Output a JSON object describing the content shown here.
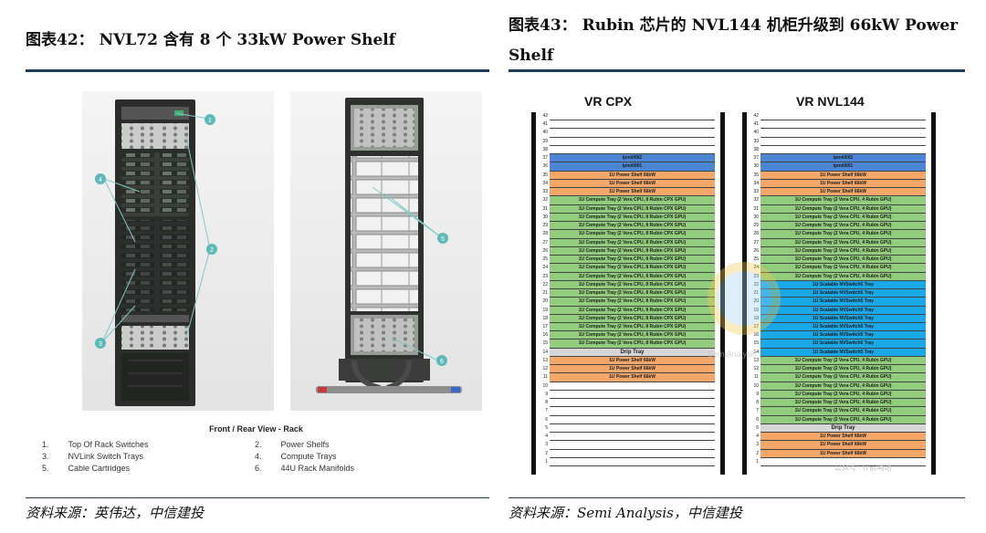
{
  "fig42": {
    "title": "图表42：  NVL72 含有 8 个 33kW Power Shelf",
    "caption": "Front / Rear View - Rack",
    "callouts": [
      "1",
      "2",
      "3",
      "4",
      "5",
      "6"
    ],
    "legend": [
      {
        "num": "1.",
        "label": "Top Of Rack Switches"
      },
      {
        "num": "2.",
        "label": "Power Shelfs"
      },
      {
        "num": "3.",
        "label": "NVLink Switch Trays"
      },
      {
        "num": "4.",
        "label": "Compute Trays"
      },
      {
        "num": "5.",
        "label": "Cable Cartridges"
      },
      {
        "num": "6.",
        "label": "44U Rack Manifolds"
      }
    ],
    "source": "资料来源：英伟达，中信建投"
  },
  "fig43": {
    "title": "图表43：  Rubin 芯片的 NVL144 机柜升级到 66kW Power Shelf",
    "source": "资料来源：Semi Analysis，中信建投",
    "watermark_center": "SemiAnalysis",
    "watermark_corner": "公众号 · IT前哨站",
    "colors": {
      "blue": "#4a86d4",
      "orange": "#f4a768",
      "green": "#92cd7d",
      "cyan": "#19a8e8",
      "gray": "#d6d6d6",
      "empty": "#ffffff"
    },
    "racks": [
      {
        "name": "VR CPX",
        "units": [
          {
            "u": 42,
            "label": "",
            "kind": "empty"
          },
          {
            "u": 41,
            "label": "",
            "kind": "empty"
          },
          {
            "u": 40,
            "label": "",
            "kind": "empty"
          },
          {
            "u": 39,
            "label": "",
            "kind": "empty"
          },
          {
            "u": 38,
            "label": "",
            "kind": "empty"
          },
          {
            "u": 37,
            "label": "ipmi0002",
            "kind": "blue"
          },
          {
            "u": 36,
            "label": "ipmi0001",
            "kind": "blue"
          },
          {
            "u": 35,
            "label": "1U Power Shelf 66kW",
            "kind": "orange"
          },
          {
            "u": 34,
            "label": "1U Power Shelf 66kW",
            "kind": "orange"
          },
          {
            "u": 33,
            "label": "1U Power Shelf 66kW",
            "kind": "orange"
          },
          {
            "u": 32,
            "label": "1U Compute Tray (2 Vera CPU, 8 Rubin CPX GPU)",
            "kind": "green"
          },
          {
            "u": 31,
            "label": "1U Compute Tray (2 Vera CPU, 8 Rubin CPX GPU)",
            "kind": "green"
          },
          {
            "u": 30,
            "label": "1U Compute Tray (2 Vera CPU, 8 Rubin CPX GPU)",
            "kind": "green"
          },
          {
            "u": 29,
            "label": "1U Compute Tray (2 Vera CPU, 8 Rubin CPX GPU)",
            "kind": "green"
          },
          {
            "u": 28,
            "label": "1U Compute Tray (2 Vera CPU, 8 Rubin CPX GPU)",
            "kind": "green"
          },
          {
            "u": 27,
            "label": "1U Compute Tray (2 Vera CPU, 8 Rubin CPX GPU)",
            "kind": "green"
          },
          {
            "u": 26,
            "label": "1U Compute Tray (2 Vera CPU, 8 Rubin CPX GPU)",
            "kind": "green"
          },
          {
            "u": 25,
            "label": "1U Compute Tray (2 Vera CPU, 8 Rubin CPX GPU)",
            "kind": "green"
          },
          {
            "u": 24,
            "label": "1U Compute Tray (2 Vera CPU, 8 Rubin CPX GPU)",
            "kind": "green"
          },
          {
            "u": 23,
            "label": "1U Compute Tray (2 Vera CPU, 8 Rubin CPX GPU)",
            "kind": "green"
          },
          {
            "u": 22,
            "label": "1U Compute Tray (2 Vera CPU, 8 Rubin CPX GPU)",
            "kind": "green"
          },
          {
            "u": 21,
            "label": "1U Compute Tray (2 Vera CPU, 8 Rubin CPX GPU)",
            "kind": "green"
          },
          {
            "u": 20,
            "label": "1U Compute Tray (2 Vera CPU, 8 Rubin CPX GPU)",
            "kind": "green"
          },
          {
            "u": 19,
            "label": "1U Compute Tray (2 Vera CPU, 8 Rubin CPX GPU)",
            "kind": "green"
          },
          {
            "u": 18,
            "label": "1U Compute Tray (2 Vera CPU, 8 Rubin CPX GPU)",
            "kind": "green"
          },
          {
            "u": 17,
            "label": "1U Compute Tray (2 Vera CPU, 8 Rubin CPX GPU)",
            "kind": "green"
          },
          {
            "u": 16,
            "label": "1U Compute Tray (2 Vera CPU, 8 Rubin CPX GPU)",
            "kind": "green"
          },
          {
            "u": 15,
            "label": "1U Compute Tray (2 Vera CPU, 8 Rubin CPX GPU)",
            "kind": "green"
          },
          {
            "u": 14,
            "label": "Drip Tray",
            "kind": "gray"
          },
          {
            "u": 13,
            "label": "1U Power Shelf 66kW",
            "kind": "orange"
          },
          {
            "u": 12,
            "label": "1U Power Shelf 66kW",
            "kind": "orange"
          },
          {
            "u": 11,
            "label": "1U Power Shelf 66kW",
            "kind": "orange"
          },
          {
            "u": 10,
            "label": "",
            "kind": "empty"
          },
          {
            "u": 9,
            "label": "",
            "kind": "empty"
          },
          {
            "u": 8,
            "label": "",
            "kind": "empty"
          },
          {
            "u": 7,
            "label": "",
            "kind": "empty"
          },
          {
            "u": 6,
            "label": "",
            "kind": "empty"
          },
          {
            "u": 5,
            "label": "",
            "kind": "empty"
          },
          {
            "u": 4,
            "label": "",
            "kind": "empty"
          },
          {
            "u": 3,
            "label": "",
            "kind": "empty"
          },
          {
            "u": 2,
            "label": "",
            "kind": "empty"
          },
          {
            "u": 1,
            "label": "",
            "kind": "empty"
          }
        ]
      },
      {
        "name": "VR NVL144",
        "units": [
          {
            "u": 42,
            "label": "",
            "kind": "empty"
          },
          {
            "u": 41,
            "label": "",
            "kind": "empty"
          },
          {
            "u": 40,
            "label": "",
            "kind": "empty"
          },
          {
            "u": 39,
            "label": "",
            "kind": "empty"
          },
          {
            "u": 38,
            "label": "",
            "kind": "empty"
          },
          {
            "u": 37,
            "label": "ipmi0002",
            "kind": "blue"
          },
          {
            "u": 36,
            "label": "ipmi0001",
            "kind": "blue"
          },
          {
            "u": 35,
            "label": "1U Power Shelf 66kW",
            "kind": "orange"
          },
          {
            "u": 34,
            "label": "1U Power Shelf 66kW",
            "kind": "orange"
          },
          {
            "u": 33,
            "label": "1U Power Shelf 66kW",
            "kind": "orange"
          },
          {
            "u": 32,
            "label": "1U Compute Tray (2 Vera CPU, 4 Rubin GPU)",
            "kind": "green"
          },
          {
            "u": 31,
            "label": "1U Compute Tray (2 Vera CPU, 4 Rubin GPU)",
            "kind": "green"
          },
          {
            "u": 30,
            "label": "1U Compute Tray (2 Vera CPU, 4 Rubin GPU)",
            "kind": "green"
          },
          {
            "u": 29,
            "label": "1U Compute Tray (2 Vera CPU, 4 Rubin GPU)",
            "kind": "green"
          },
          {
            "u": 28,
            "label": "1U Compute Tray (2 Vera CPU, 4 Rubin GPU)",
            "kind": "green"
          },
          {
            "u": 27,
            "label": "1U Compute Tray (2 Vera CPU, 4 Rubin GPU)",
            "kind": "green"
          },
          {
            "u": 26,
            "label": "1U Compute Tray (2 Vera CPU, 4 Rubin GPU)",
            "kind": "green"
          },
          {
            "u": 25,
            "label": "1U Compute Tray (2 Vera CPU, 4 Rubin GPU)",
            "kind": "green"
          },
          {
            "u": 24,
            "label": "1U Compute Tray (2 Vera CPU, 4 Rubin GPU)",
            "kind": "green"
          },
          {
            "u": 23,
            "label": "1U Compute Tray (2 Vera CPU, 4 Rubin GPU)",
            "kind": "green"
          },
          {
            "u": 22,
            "label": "1U Scalable NVSwitch5 Tray",
            "kind": "cyan"
          },
          {
            "u": 21,
            "label": "1U Scalable NVSwitch5 Tray",
            "kind": "cyan"
          },
          {
            "u": 20,
            "label": "1U Scalable NVSwitch5 Tray",
            "kind": "cyan"
          },
          {
            "u": 19,
            "label": "1U Scalable NVSwitch5 Tray",
            "kind": "cyan"
          },
          {
            "u": 18,
            "label": "1U Scalable NVSwitch5 Tray",
            "kind": "cyan"
          },
          {
            "u": 17,
            "label": "1U Scalable NVSwitch5 Tray",
            "kind": "cyan"
          },
          {
            "u": 16,
            "label": "1U Scalable NVSwitch5 Tray",
            "kind": "cyan"
          },
          {
            "u": 15,
            "label": "1U Scalable NVSwitch5 Tray",
            "kind": "cyan"
          },
          {
            "u": 14,
            "label": "1U Scalable NVSwitch5 Tray",
            "kind": "cyan"
          },
          {
            "u": 13,
            "label": "1U Compute Tray (2 Vera CPU, 4 Rubin GPU)",
            "kind": "green"
          },
          {
            "u": 12,
            "label": "1U Compute Tray (2 Vera CPU, 4 Rubin GPU)",
            "kind": "green"
          },
          {
            "u": 11,
            "label": "1U Compute Tray (2 Vera CPU, 4 Rubin GPU)",
            "kind": "green"
          },
          {
            "u": 10,
            "label": "1U Compute Tray (2 Vera CPU, 4 Rubin GPU)",
            "kind": "green"
          },
          {
            "u": 9,
            "label": "1U Compute Tray (2 Vera CPU, 4 Rubin GPU)",
            "kind": "green"
          },
          {
            "u": 8,
            "label": "1U Compute Tray (2 Vera CPU, 4 Rubin GPU)",
            "kind": "green"
          },
          {
            "u": 7,
            "label": "1U Compute Tray (2 Vera CPU, 4 Rubin GPU)",
            "kind": "green"
          },
          {
            "u": 6,
            "label": "1U Compute Tray (2 Vera CPU, 4 Rubin GPU)",
            "kind": "green"
          },
          {
            "u": 5,
            "label": "Drip Tray",
            "kind": "gray"
          },
          {
            "u": 4,
            "label": "1U Power Shelf 66kW",
            "kind": "orange"
          },
          {
            "u": 3,
            "label": "1U Power Shelf 66kW",
            "kind": "orange"
          },
          {
            "u": 2,
            "label": "1U Power Shelf 66kW",
            "kind": "orange"
          },
          {
            "u": 1,
            "label": "",
            "kind": "empty"
          }
        ]
      }
    ]
  }
}
